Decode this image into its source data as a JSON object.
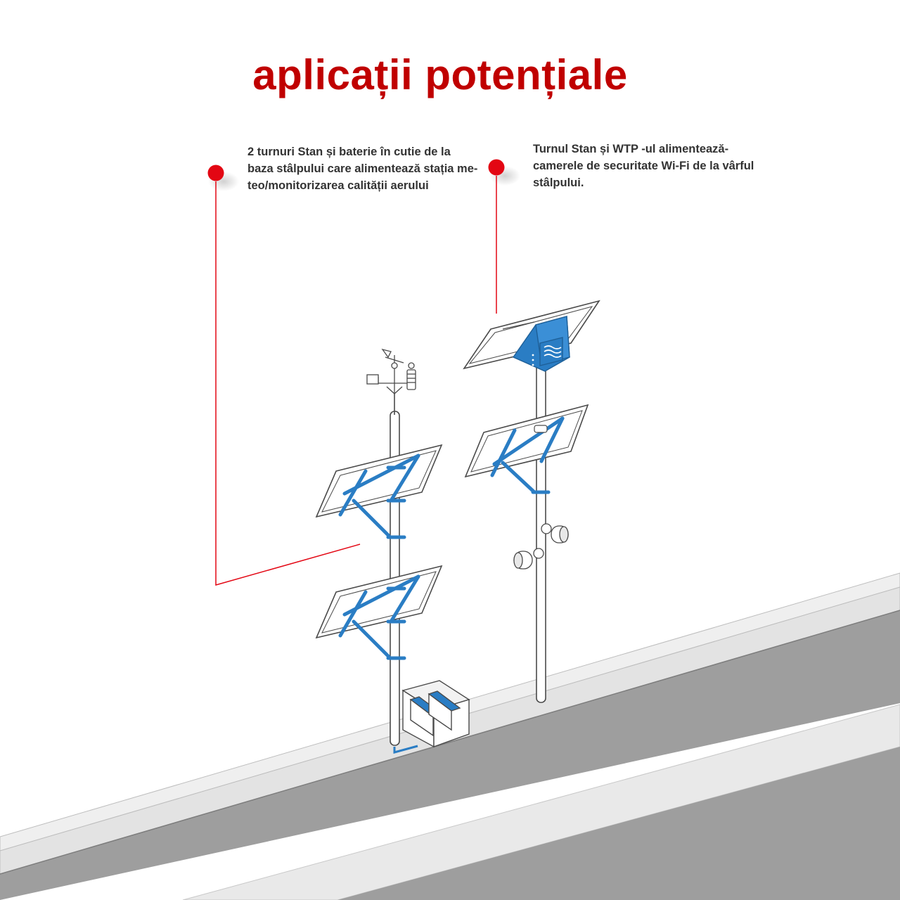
{
  "title": "aplicații potențiale",
  "callouts": [
    {
      "lines": [
        "2 turnuri Stan și baterie în cutie de la",
        "baza stâlpului care alimentează stația me-",
        "teo/monitorizarea calității aerului"
      ]
    },
    {
      "lines": [
        "Turnul Stan și WTP -ul alimentează-",
        "camerele de securitate Wi-Fi de la vârful",
        "stâlpului."
      ]
    }
  ],
  "colors": {
    "accent": "#c00000",
    "marker": "#e30613",
    "bracket_blue": "#2a7dc4",
    "outline": "#4a4a4a",
    "road_dark": "#9e9e9e",
    "road_light": "#e6e6e6"
  }
}
